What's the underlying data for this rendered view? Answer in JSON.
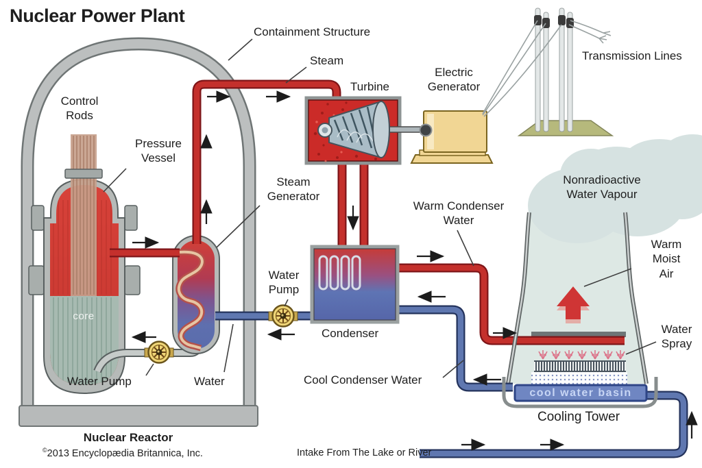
{
  "title": "Nuclear Power Plant",
  "credit": {
    "symbol": "©",
    "text": "2013  Encyclopædia Britannica, Inc."
  },
  "labels": {
    "containment_structure": "Containment Structure",
    "steam": "Steam",
    "turbine": "Turbine",
    "electric_generator": "Electric\nGenerator",
    "transmission_lines": "Transmission Lines",
    "control_rods": "Control\nRods",
    "pressure_vessel": "Pressure\nVessel",
    "steam_generator": "Steam\nGenerator",
    "feed_water_pump": "Water\nPump",
    "condenser": "Condenser",
    "warm_condenser_water": "Warm Condenser\nWater",
    "cool_condenser_water": "Cool Condenser Water",
    "nonradioactive_water_vapour": "Nonradioactive\nWater Vapour",
    "warm_moist_air": "Warm\nMoist Air",
    "water_spray": "Water\nSpray",
    "cool_water_basin": "cool water basin",
    "cooling_tower": "Cooling Tower",
    "nuclear_reactor": "Nuclear Reactor",
    "intake": "Intake From The Lake or River",
    "water_pump": "Water Pump",
    "water": "Water",
    "core": "core"
  },
  "colors": {
    "pipe_hot_red": "#c4302c",
    "pipe_cool_blue": "#5f77b0",
    "containment_gray": "#b7baba",
    "generator_tan": "#f1d694",
    "vapour_gray": "#d6e2e1",
    "basin_blue": "#6f86c2",
    "pump_yellow": "#f0d678",
    "core_teal": "#a7bab1",
    "turbine_red": "#cb2b28"
  }
}
